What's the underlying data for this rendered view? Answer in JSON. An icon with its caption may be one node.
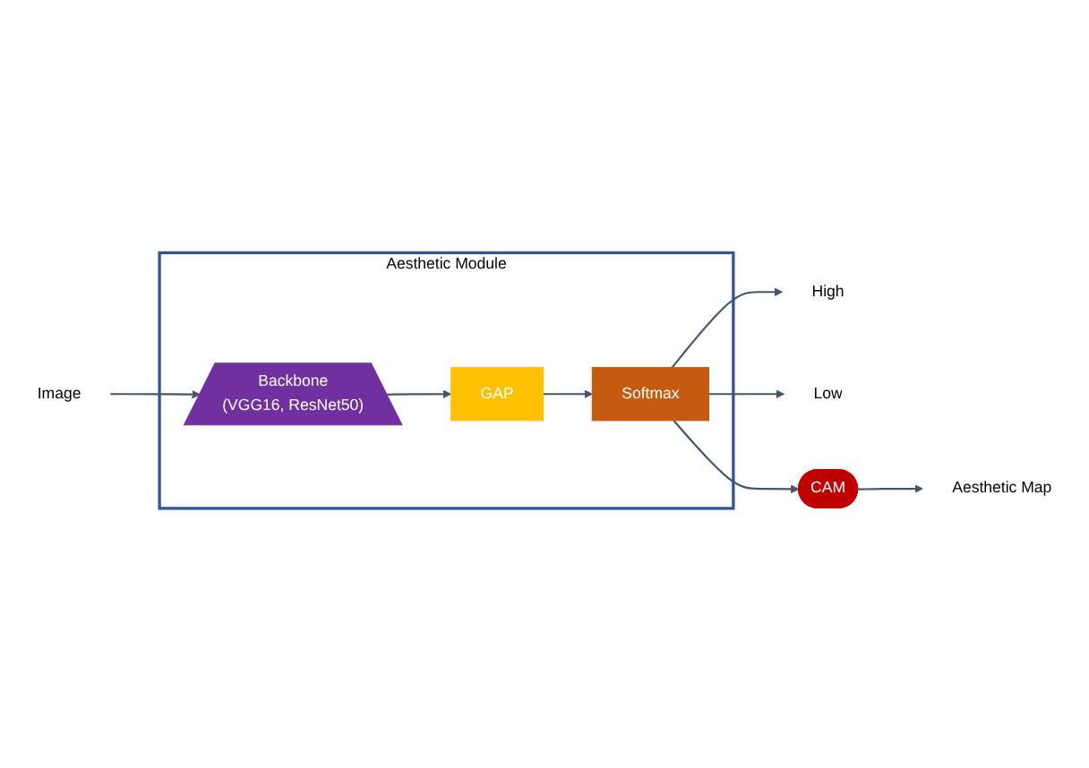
{
  "diagram": {
    "nodes": [
      {
        "text": [
          "Aesthetic Module"
        ]
      },
      {
        "text": [
          "Backbone",
          "(VGG16, ResNet50)"
        ],
        "in": 0
      },
      {
        "text": [
          "GAP"
        ],
        "in": 0
      },
      {
        "text": [
          "Softmax"
        ],
        "in": 0
      },
      {
        "text": [
          "Image"
        ]
      },
      {
        "text": [
          "High"
        ]
      },
      {
        "text": [
          "Low"
        ]
      },
      {
        "text": [
          "CAM"
        ]
      },
      {
        "text": [
          "Aesthetic Map"
        ]
      }
    ],
    "edges": [
      {
        "from": 4,
        "to": 1,
        "arrow": "to"
      },
      {
        "from": 1,
        "to": 2,
        "arrow": "to"
      },
      {
        "from": 2,
        "to": 3,
        "arrow": "to"
      },
      {
        "from": 3,
        "to": 5,
        "arrow": "to"
      },
      {
        "from": 3,
        "to": 6,
        "arrow": "to"
      },
      {
        "from": 3,
        "to": 7,
        "arrow": "to"
      },
      {
        "from": 7,
        "to": 8,
        "arrow": "to"
      }
    ]
  }
}
